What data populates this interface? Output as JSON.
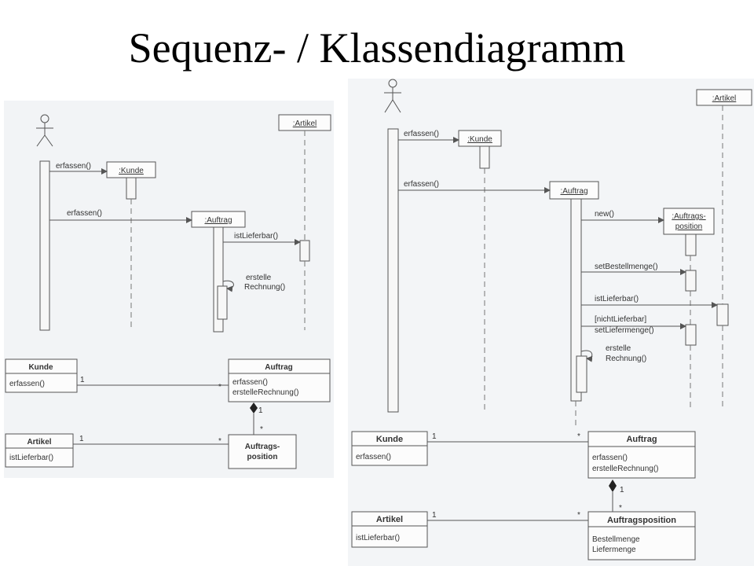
{
  "title": "Sequenz- / Klassendiagramm",
  "left": {
    "lifelines": {
      "kunde": ":Kunde",
      "auftrag": ":Auftrag",
      "artikel": ":Artikel"
    },
    "messages": [
      "erfassen()",
      "erfassen()",
      "istLieferbar()",
      "erstelle",
      "Rechnung()"
    ],
    "classes": {
      "kunde": {
        "name": "Kunde",
        "op": "erfassen()"
      },
      "auftrag": {
        "name": "Auftrag",
        "op1": "erfassen()",
        "op2": "erstelleRechnung()"
      },
      "artikel": {
        "name": "Artikel",
        "op": "istLieferbar()"
      },
      "position": {
        "name1": "Auftrags-",
        "name2": "position"
      }
    },
    "multiplicities": [
      "1",
      "*",
      "1",
      "*",
      "1",
      "*"
    ]
  },
  "right": {
    "lifelines": {
      "kunde": ":Kunde",
      "auftrag": ":Auftrag",
      "artikel": ":Artikel",
      "position1": ":Auftrags-",
      "position2": "position"
    },
    "messages": [
      "erfassen()",
      "erfassen()",
      "new()",
      "setBestellmenge()",
      "istLieferbar()",
      "[nichtLieferbar]",
      "setLiefermenge()",
      "erstelle",
      "Rechnung()"
    ],
    "classes": {
      "kunde": {
        "name": "Kunde",
        "op": "erfassen()"
      },
      "auftrag": {
        "name": "Auftrag",
        "op1": "erfassen()",
        "op2": "erstelleRechnung()"
      },
      "artikel": {
        "name": "Artikel",
        "op": "istLieferbar()"
      },
      "position": {
        "name": "Auftragsposition",
        "attr1": "Bestellmenge",
        "attr2": "Liefermenge"
      }
    },
    "multiplicities": [
      "1",
      "*",
      "1",
      "*",
      "1",
      "*"
    ]
  }
}
